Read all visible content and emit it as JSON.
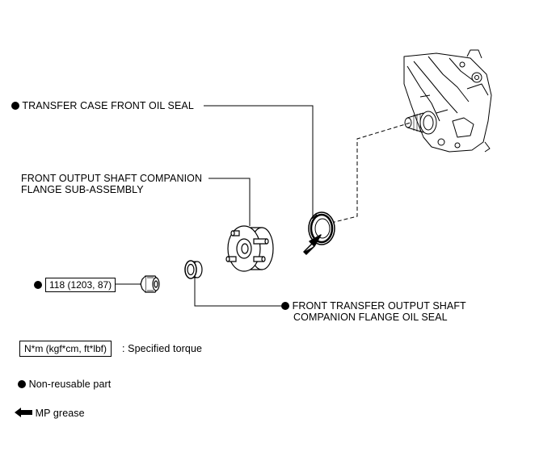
{
  "labels": {
    "oil_seal": "TRANSFER CASE FRONT OIL SEAL",
    "flange_line1": "FRONT OUTPUT SHAFT COMPANION",
    "flange_line2": "FLANGE SUB-ASSEMBLY",
    "flange_seal_line1": "FRONT TRANSFER OUTPUT SHAFT",
    "flange_seal_line2": "COMPANION FLANGE OIL SEAL",
    "torque_value": "118 (1203, 87)"
  },
  "legend": {
    "torque_unit_box": "N*m (kgf*cm, ft*lbf)",
    "torque_desc": ": Specified torque",
    "non_reusable": "Non-reusable part",
    "grease": "MP grease"
  },
  "icons": [
    "non-reusable-dot-icon",
    "grease-arrow-icon"
  ],
  "colors": {
    "ink": "#000000",
    "background": "#ffffff"
  }
}
